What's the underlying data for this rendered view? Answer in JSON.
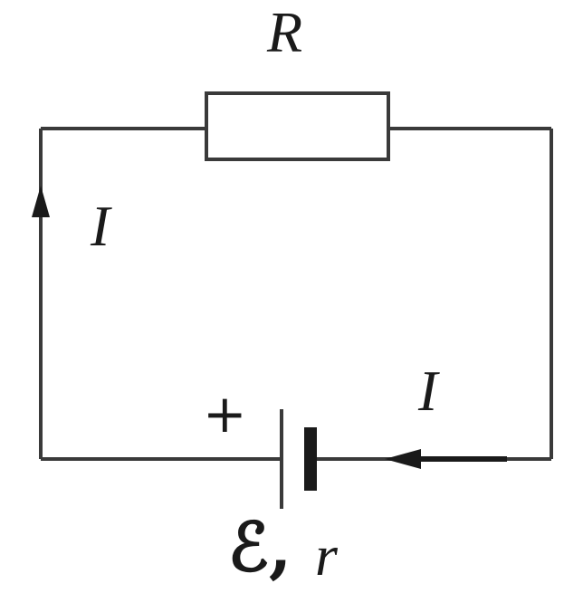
{
  "labels": {
    "resistor": "R",
    "current_left": "I",
    "current_right": "I",
    "battery_plus": "+",
    "emf_symbol": "ℰ,",
    "internal_resistance": "r"
  },
  "colors": {
    "wire": "#3a3a3a",
    "text": "#1a1a1a",
    "background": "#ffffff"
  }
}
